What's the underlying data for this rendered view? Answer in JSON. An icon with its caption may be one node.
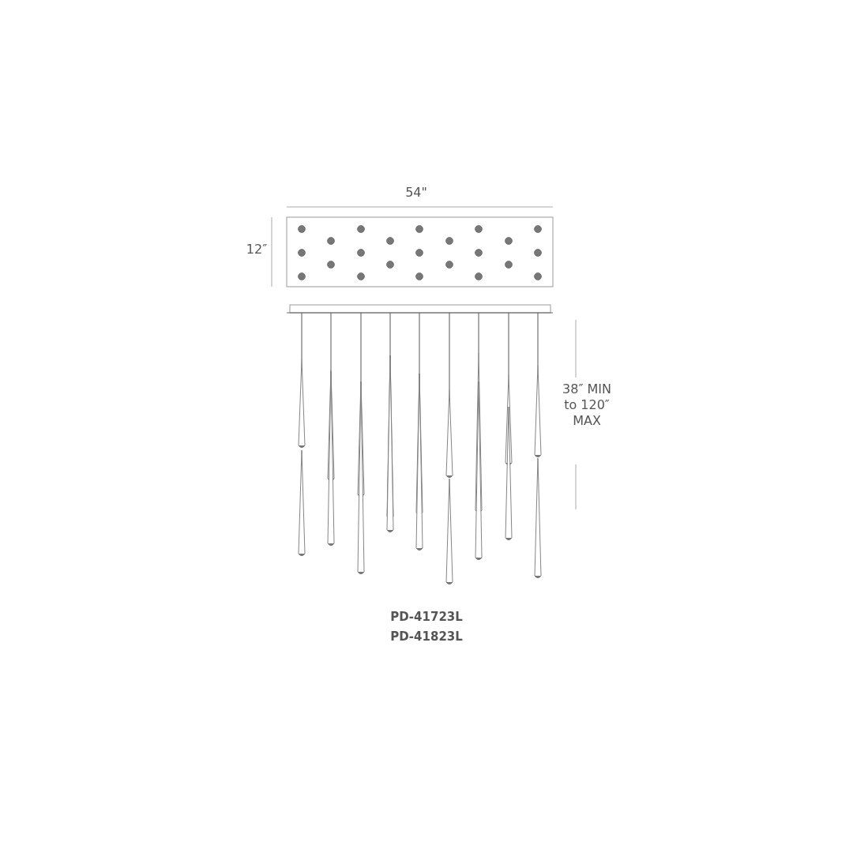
{
  "diagram": {
    "labels": [
      "54\"",
      "12″",
      "38″ MIN to 120″ MAX",
      "PD-41723L",
      "PD-41823L"
    ]
  }
}
